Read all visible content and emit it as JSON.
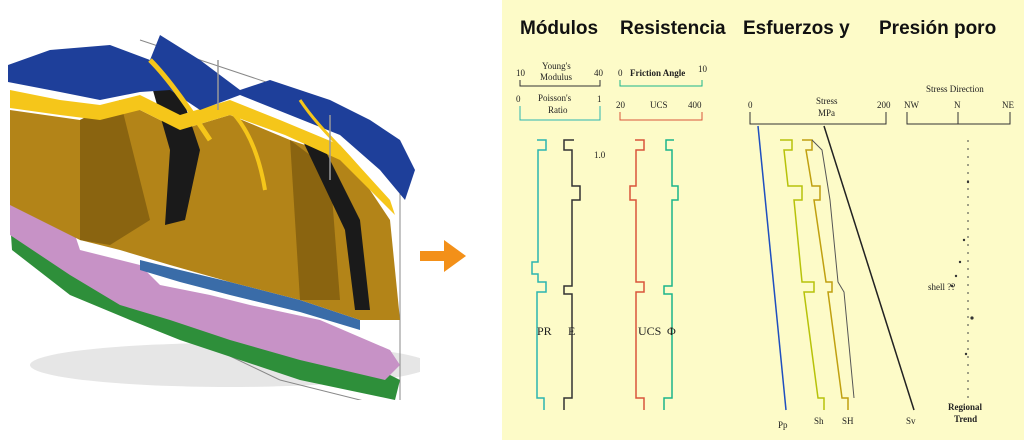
{
  "headers": {
    "modulos": "Módulos",
    "resistencia": "Resistencia",
    "esfuerzos": "Esfuerzos y",
    "presion": "Presión poro"
  },
  "modulos_track": {
    "top_label_line1": "Young's",
    "top_label_line2": "Modulus",
    "top_min": "10",
    "top_max": "40",
    "bottom_label_line1": "Poisson's",
    "bottom_label_line2": "Ratio",
    "bottom_min": "0",
    "bottom_max": "1",
    "depth_tick": "1.0",
    "curve1_label": "PR",
    "curve2_label": "E"
  },
  "resistencia_track": {
    "top_label": "Friction Angle",
    "top_min": "0",
    "top_max": "10",
    "bottom_label": "UCS",
    "bottom_min": "20",
    "bottom_max": "400",
    "curve1_label": "UCS",
    "curve2_label": "Φ"
  },
  "esfuerzos_track": {
    "label_line1": "Stress",
    "label_line2": "MPa",
    "min": "0",
    "max": "200",
    "curve_labels": [
      "Pp",
      "Sh",
      "SH",
      "Sv"
    ]
  },
  "presion_track": {
    "label": "Stress Direction",
    "tick_left": "NW",
    "tick_mid": "N",
    "tick_right": "NE",
    "annotation": "shell ??",
    "bottom_line1": "Regional",
    "bottom_line2": "Trend"
  },
  "colors": {
    "panel_bg": "#fdfbc8",
    "cyan": "#2bb5b0",
    "dark": "#333333",
    "red": "#d9553a",
    "green": "#1bb58a",
    "blue": "#1f4fbf",
    "olive": "#b7c20a",
    "arrow": "#f39019",
    "formation_blue": "#1e3f9a",
    "formation_yellow": "#f5c61a",
    "formation_ochre": "#b38418",
    "formation_pink": "#c792c6",
    "formation_green": "#2e8f3a"
  }
}
